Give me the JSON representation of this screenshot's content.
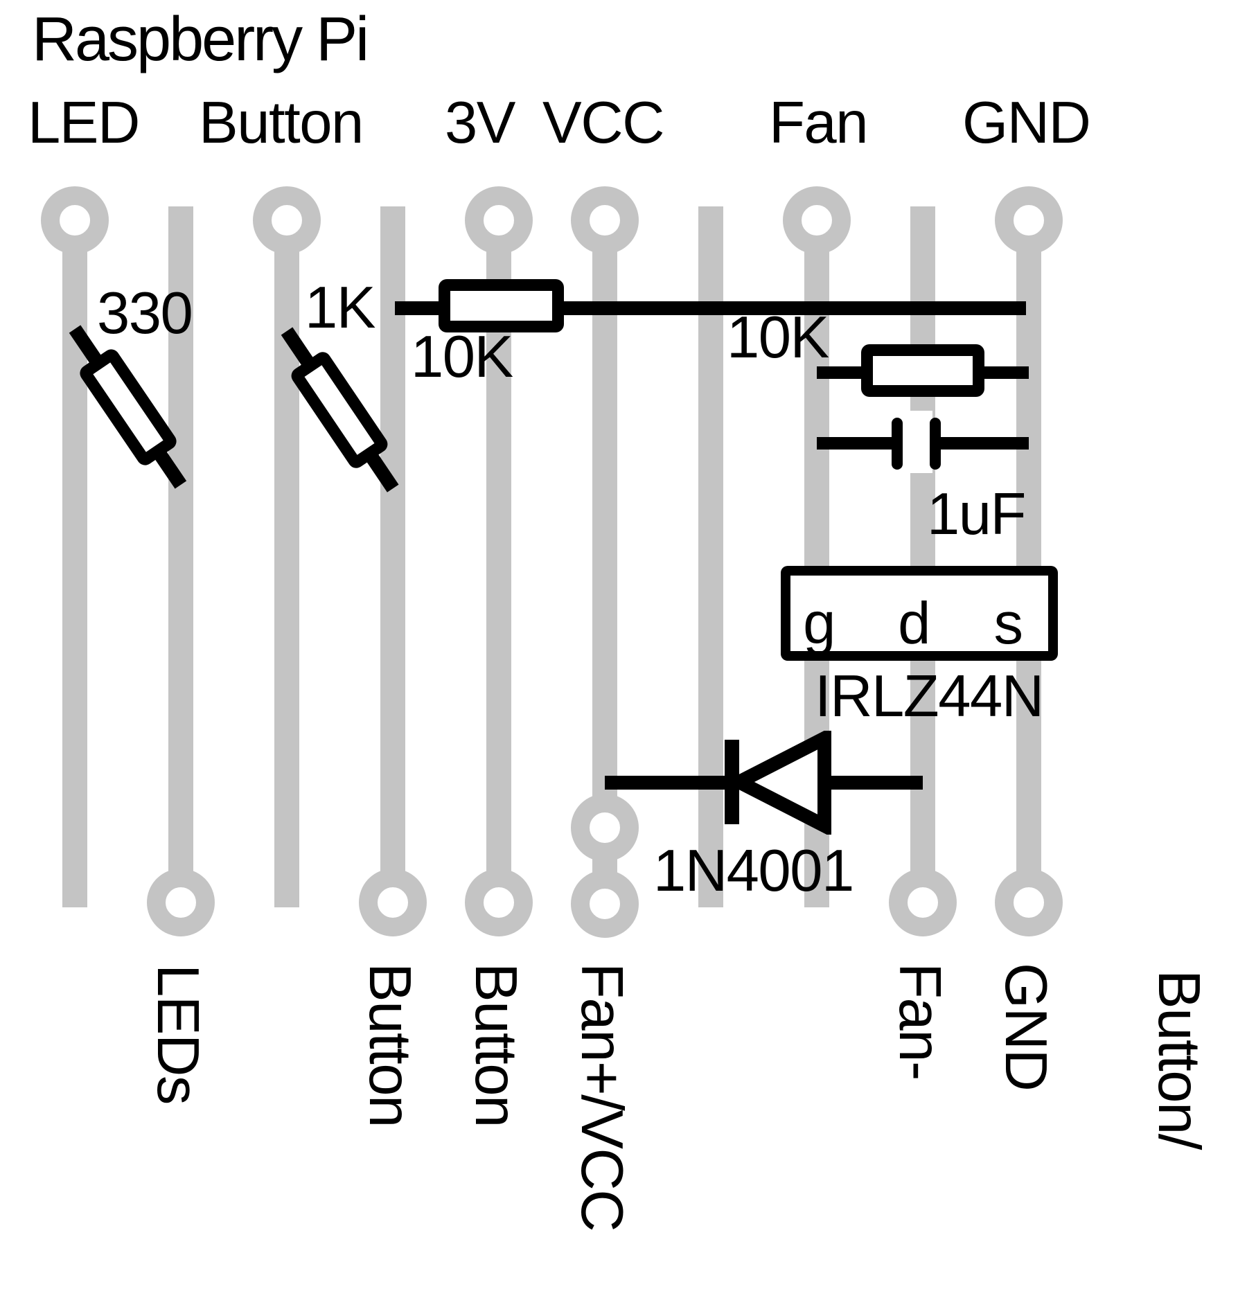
{
  "title": "Raspberry Pi",
  "colors": {
    "wire": "#c4c4c4",
    "ink": "#000000",
    "background": "#ffffff"
  },
  "pins": {
    "top": [
      {
        "label": "LED"
      },
      {
        "label": "Button"
      },
      {
        "label": "3V"
      },
      {
        "label": "VCC"
      },
      {
        "label": "Fan"
      },
      {
        "label": "GND"
      }
    ],
    "bottom": [
      {
        "label": "LEDs"
      },
      {
        "label": "Button"
      },
      {
        "label": "Button"
      },
      {
        "label": "Fan+/VCC"
      },
      {
        "label": "Fan-"
      },
      {
        "label": "GND"
      },
      {
        "label": "Button/"
      }
    ]
  },
  "components": {
    "resistor_330": {
      "value": "330"
    },
    "resistor_1k": {
      "value": "1K"
    },
    "resistor_10k_pullup": {
      "value": "10K"
    },
    "resistor_10k_fan": {
      "value": "10K"
    },
    "capacitor": {
      "value": "1uF"
    },
    "mosfet": {
      "part": "IRLZ44N",
      "pins": [
        "g",
        "d",
        "s"
      ]
    },
    "diode": {
      "part": "1N4001"
    }
  }
}
